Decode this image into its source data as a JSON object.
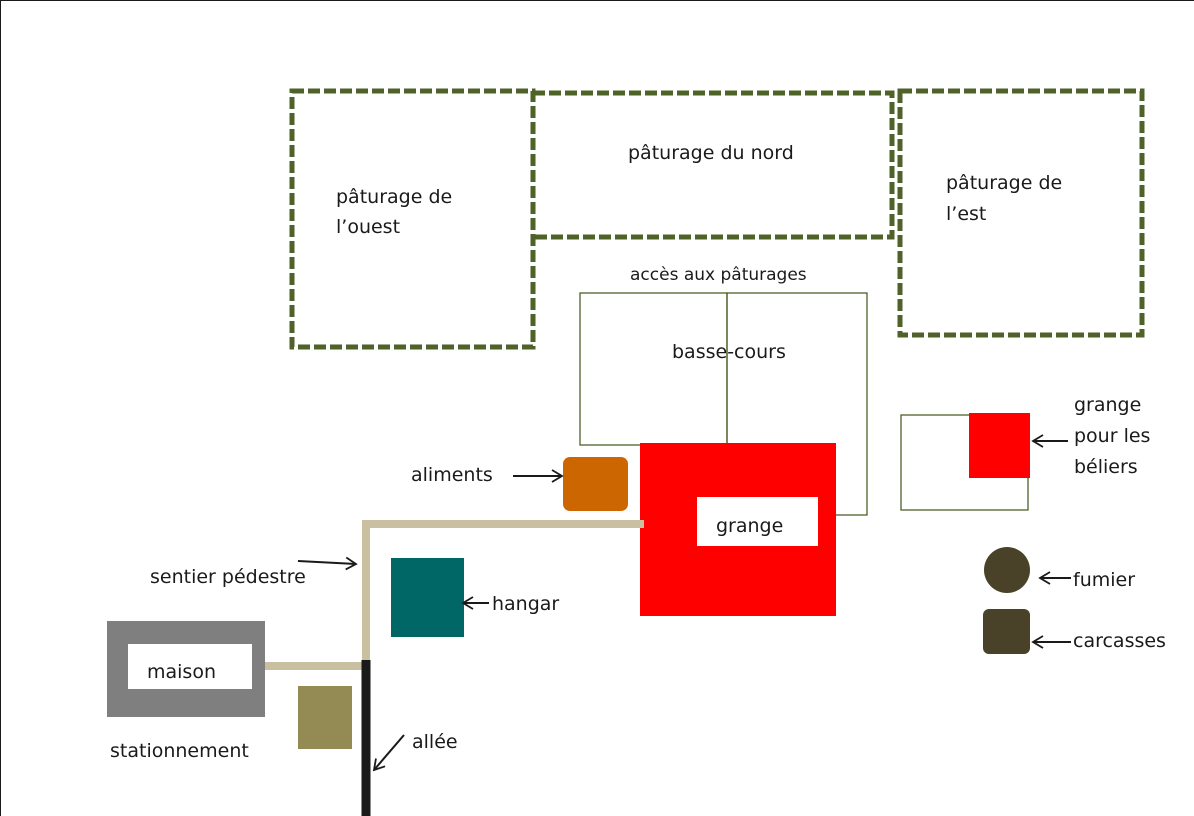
{
  "labels": {
    "west_pasture_line1": "pâturage de",
    "west_pasture_line2": "l’ouest",
    "north_pasture": "pâturage du nord",
    "east_pasture_line1": "pâturage de",
    "east_pasture_line2": "l’est",
    "pasture_access": "accès aux pâturages",
    "barnyard": "basse-cours",
    "ram_barn_line1": "grange",
    "ram_barn_line2": "pour les",
    "ram_barn_line3": "béliers",
    "feed": "aliments",
    "barn": "grange",
    "footpath": "sentier pédestre",
    "shed": "hangar",
    "manure": "fumier",
    "carcasses": "carcasses",
    "house": "maison",
    "parking": "stationnement",
    "driveway": "allée"
  },
  "colors": {
    "pasture_fence": "#4f6228",
    "yard_outline": "#4f6228",
    "barn": "#ff0000",
    "feed": "#cc6600",
    "shed": "#006666",
    "path": "#c8c0a0",
    "house": "#7f7f7f",
    "parking": "#948a54",
    "driveway": "#1a1a1a",
    "manure": "#4a4228",
    "carcasses": "#4a4228",
    "arrow": "#1a1a1a"
  },
  "icons": {
    "arrow": "arrow-icon"
  }
}
